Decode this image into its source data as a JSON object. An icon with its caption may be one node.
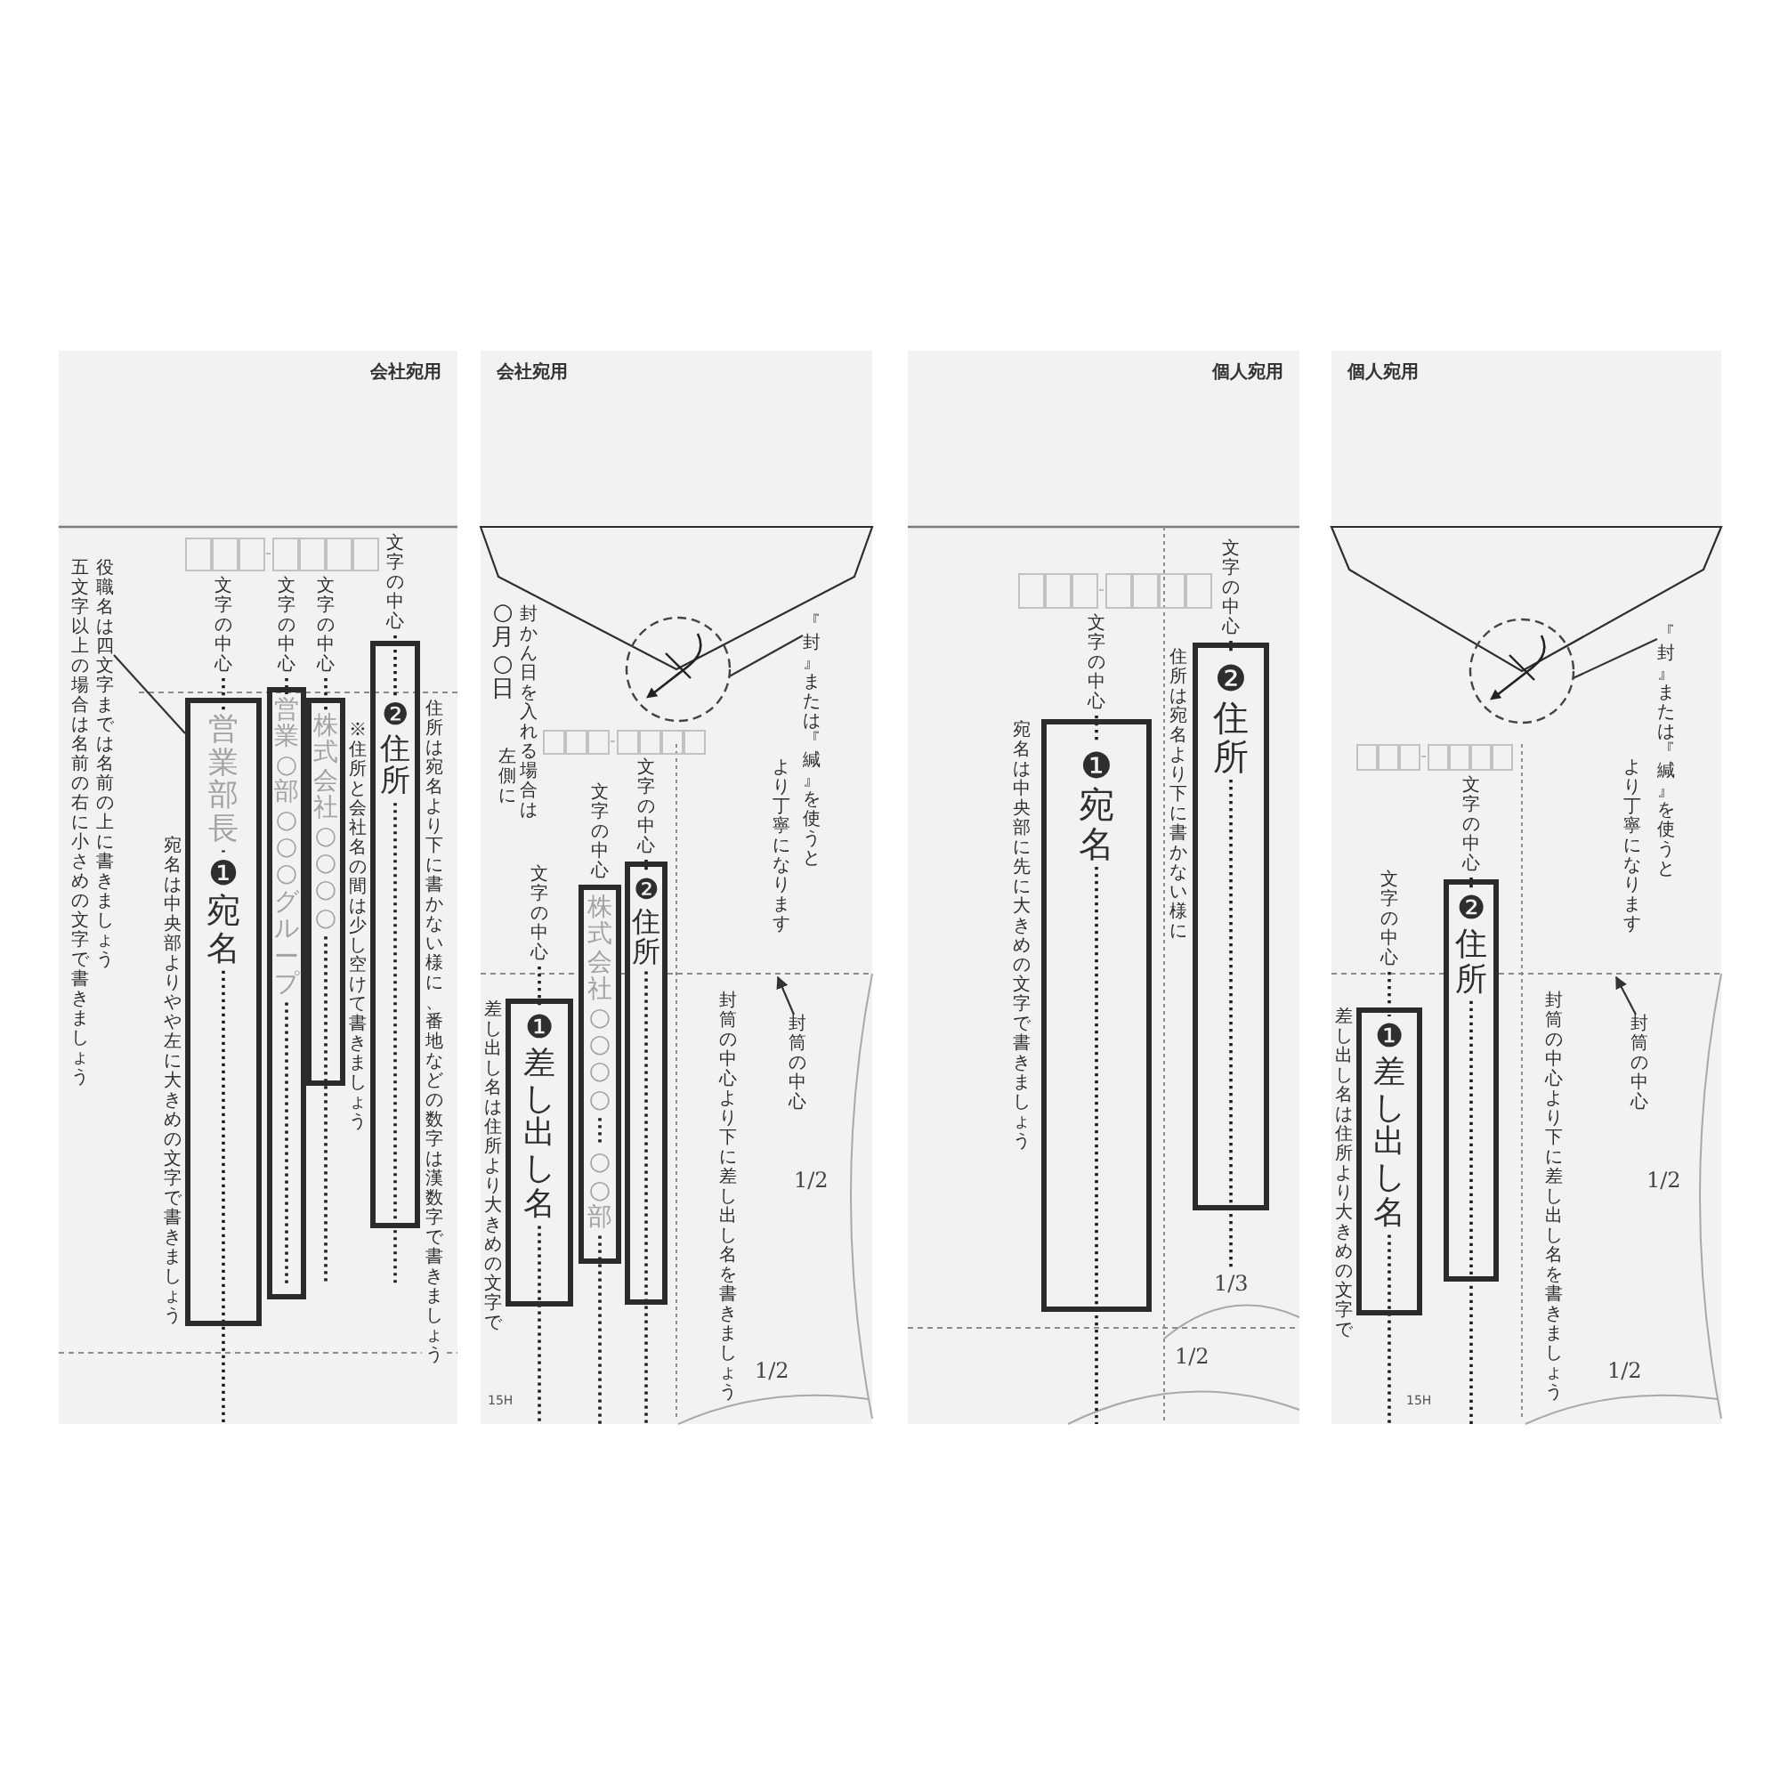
{
  "diagram": {
    "nodes": [
      {
        "text": [
          "会社宛用"
        ]
      },
      {
        "text": [
          "役職名は四文字までは名前の上に書きましょう"
        ],
        "beside": [
          "五文字以上の場合は名前の右に小さめの文字で書きましょう"
        ],
        "in": 0
      },
      {
        "text": [
          "営業部長",
          "❶宛名"
        ],
        "beside": [
          "宛名は中央部よりやや左に大きめの文字で書きましょう",
          "文字の中心"
        ],
        "in": 0
      },
      {
        "text": [
          "営業○部○○○グループ"
        ],
        "beside": [
          "文字の中心"
        ],
        "in": 0
      },
      {
        "text": [
          "株式会社○○○○"
        ],
        "beside": [
          "文字の中心"
        ],
        "in": 0
      },
      {
        "text": [
          "❷住所"
        ],
        "beside": [
          "文字の中心",
          "住所は宛名より下に書かない様に、番地などの数字は漢数字で書きましょう"
        ],
        "in": 0
      },
      {
        "text": [
          "会社宛用"
        ]
      },
      {
        "text": [],
        "shape": "circle",
        "in": 6
      },
      {
        "text": [
          "『封』または『緘』を使うと"
        ],
        "beside": [
          "より丁寧になります"
        ],
        "in": 6
      },
      {
        "text": [
          "❶差し出し名"
        ],
        "beside": [
          "差し出し名は住所より大きめの文字で",
          "文字の中心"
        ],
        "in": 6
      },
      {
        "text": [
          "株式会社○○○○",
          "○○部"
        ],
        "beside": [
          "文字の中心"
        ],
        "in": 6
      },
      {
        "text": [
          "❷住所"
        ],
        "beside": [
          "文字の中心"
        ],
        "in": 6
      },
      {
        "text": [
          "封筒の中心"
        ],
        "in": 6
      },
      {
        "text": [
          "個人宛用"
        ]
      },
      {
        "text": [
          "❶宛名"
        ],
        "beside": [
          "宛名は中央部に先に大きめの文字で書きましょう",
          "文字の中心"
        ],
        "in": 13
      },
      {
        "text": [
          "❷住所"
        ],
        "beside": [
          "住所は宛名より下に書かない様に",
          "文字の中心"
        ],
        "in": 13
      },
      {
        "text": [
          "個人宛用"
        ]
      },
      {
        "text": [],
        "shape": "circle",
        "in": 16
      },
      {
        "text": [
          "『封』または『緘』を使うと"
        ],
        "beside": [
          "より丁寧になります"
        ],
        "in": 16
      },
      {
        "text": [
          "❷住所"
        ],
        "beside": [
          "文字の中心"
        ],
        "in": 16
      },
      {
        "text": [
          "❶差し出し名"
        ],
        "beside": [
          "差し出し名は住所より大きめの文字で",
          "文字の中心"
        ],
        "in": 16
      },
      {
        "text": [
          "封筒の中心"
        ],
        "in": 16
      }
    ],
    "edges": [
      {
        "from": 1,
        "to": 2,
        "arrow": "none"
      },
      {
        "from": 8,
        "to": 7,
        "arrow": "none"
      },
      {
        "from": 12,
        "to": null,
        "arrow": "to"
      },
      {
        "from": 18,
        "to": 17,
        "arrow": "none"
      },
      {
        "from": 21,
        "to": null,
        "arrow": "to"
      }
    ],
    "labels": [
      "※住所と会社名の間は少し空けて書きましょう",
      "封かん日を入れる場合は",
      "左側に",
      "○月○日",
      "封筒の中心より下に差し出し名を書きましょう",
      "1/2",
      "1/2",
      "15H",
      "1/3",
      "1/2",
      "封筒の中心より下に差し出し名を書きましょう",
      "1/2",
      "1/2",
      "15H"
    ]
  }
}
